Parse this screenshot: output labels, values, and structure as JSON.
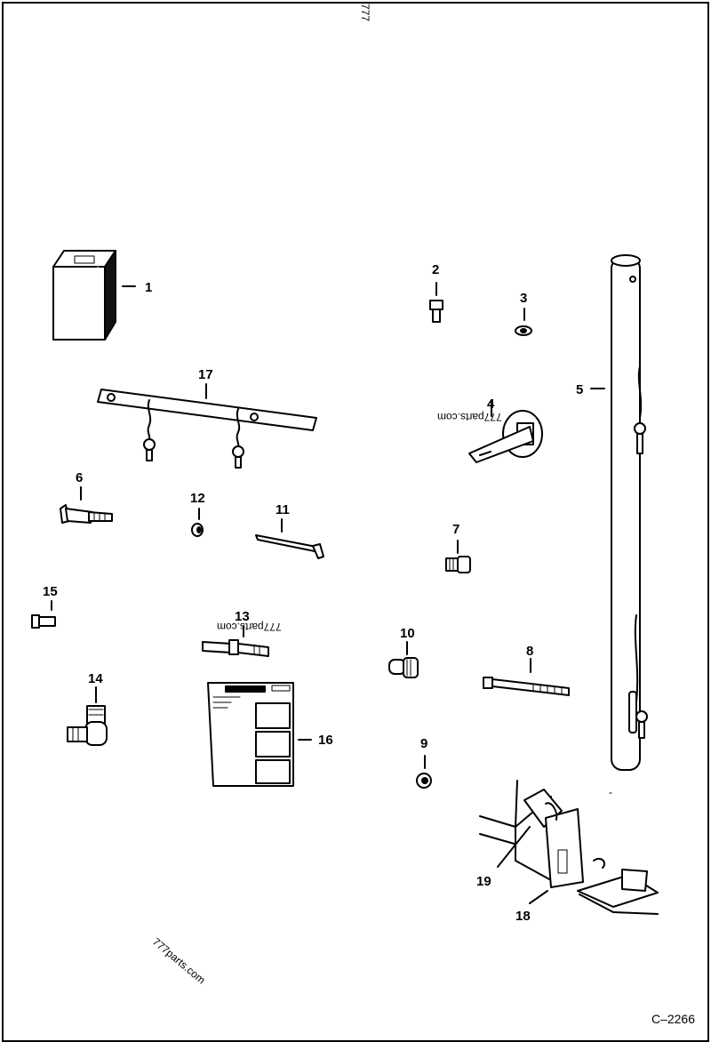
{
  "figure_code": "C–2266",
  "watermarks": {
    "top": "777",
    "mid_part4": "777parts.com",
    "mid_part13": "777parts.com",
    "bottom": "777parts.com"
  },
  "callouts": {
    "c1": "1",
    "c2": "2",
    "c3": "3",
    "c4": "4",
    "c5": "5",
    "c6": "6",
    "c7": "7",
    "c8": "8",
    "c9": "9",
    "c10": "10",
    "c11": "11",
    "c12": "12",
    "c13": "13",
    "c14": "14",
    "c15": "15",
    "c16": "16",
    "c17": "17",
    "c18": "18",
    "c19": "19"
  }
}
